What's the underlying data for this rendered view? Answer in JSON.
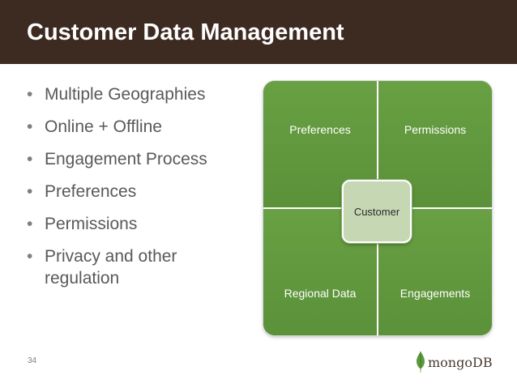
{
  "header": {
    "title": "Customer Data Management"
  },
  "bullets": [
    {
      "text": "Multiple Geographies"
    },
    {
      "text": "Online + Offline"
    },
    {
      "text": "Engagement Process"
    },
    {
      "text": "Preferences"
    },
    {
      "text": "Permissions"
    },
    {
      "text": "Privacy and other regulation"
    }
  ],
  "diagram": {
    "quadrants": {
      "top_left": "Preferences",
      "top_right": "Permissions",
      "bottom_left": "Regional Data",
      "bottom_right": "Engagements"
    },
    "center": "Customer"
  },
  "footer": {
    "page_number": "34",
    "logo_text": "mongoDB"
  },
  "colors": {
    "title_bar": "#3d2b22",
    "quadrant_green": "#5b9139",
    "center_fill": "#c5d8b3",
    "bullet_text": "#595959",
    "logo_leaf": "#5a9a3a"
  },
  "icons": {
    "logo_leaf": "mongodb-leaf-icon"
  }
}
